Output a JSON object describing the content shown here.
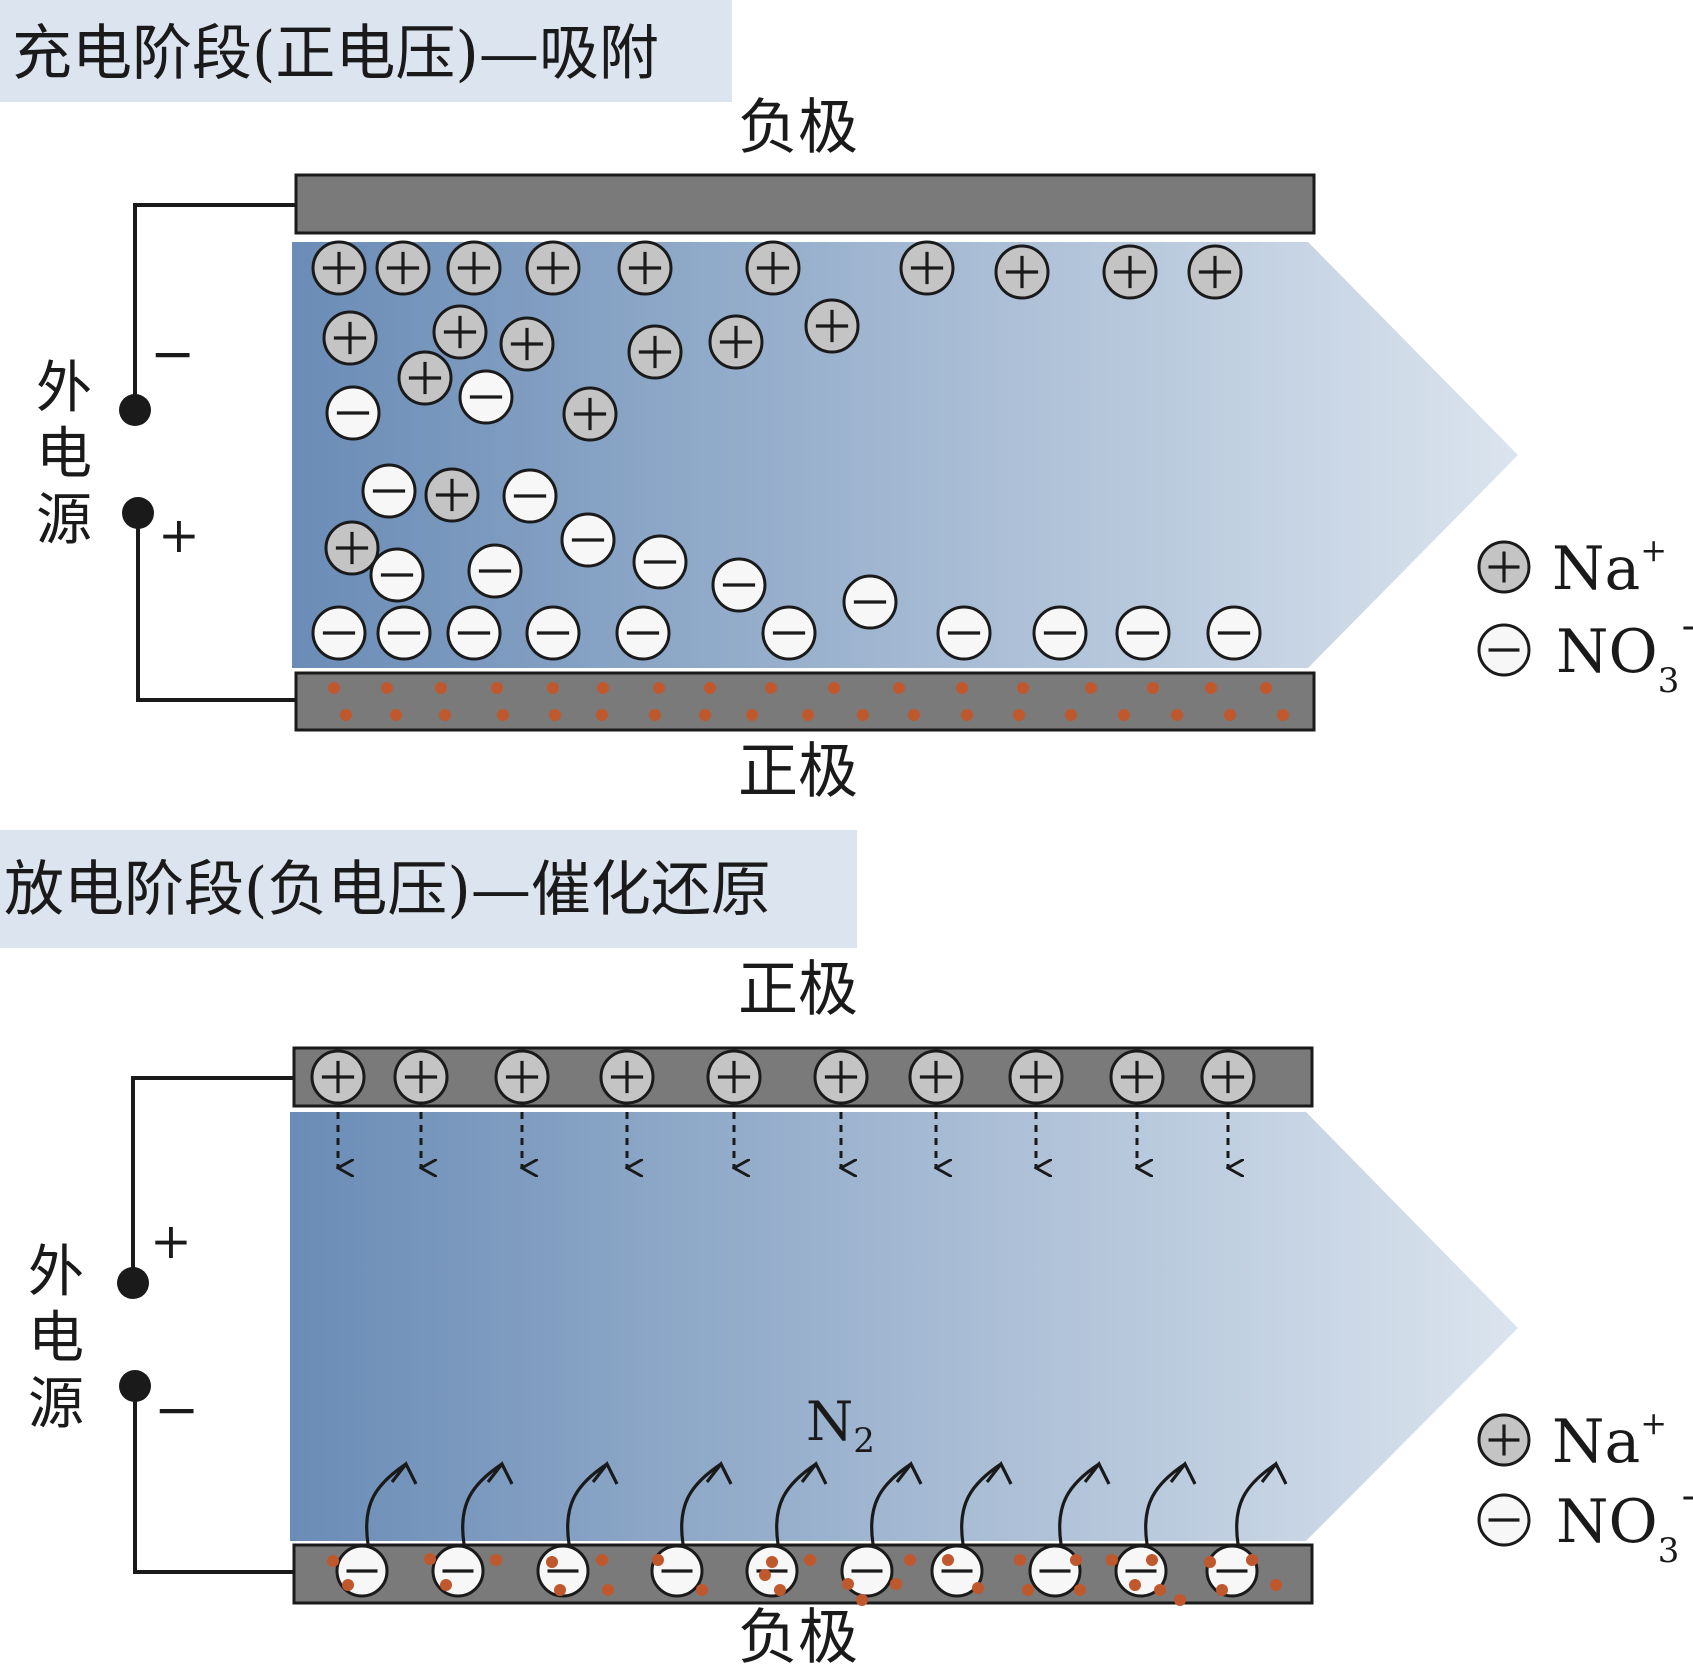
{
  "charge": {
    "title": "充电阶段(正电压)—吸附",
    "top_electrode": "负极",
    "bottom_electrode": "正极",
    "power_source": [
      "外",
      "电",
      "源"
    ],
    "terminal_upper": "−",
    "terminal_lower": "+"
  },
  "discharge": {
    "title": "放电阶段(负电压)—催化还原",
    "top_electrode": "正极",
    "bottom_electrode": "负极",
    "power_source": [
      "外",
      "电",
      "源"
    ],
    "terminal_upper": "+",
    "terminal_lower": "−",
    "product": {
      "base": "N",
      "sub": "2"
    }
  },
  "legend": {
    "cation": {
      "base": "Na",
      "sup": "+"
    },
    "anion": {
      "base": "NO",
      "sub": "3",
      "sup": "−"
    }
  },
  "colors": {
    "electrode": "#7a7a7a",
    "flow_dark": "#6a8cb6",
    "flow_light": "#d3deea",
    "cation_fill": "#c4c4c4",
    "anion_fill": "#f7f7f7",
    "catalyst_dot": "#c0582e",
    "title_bg": "#dce5ef"
  }
}
